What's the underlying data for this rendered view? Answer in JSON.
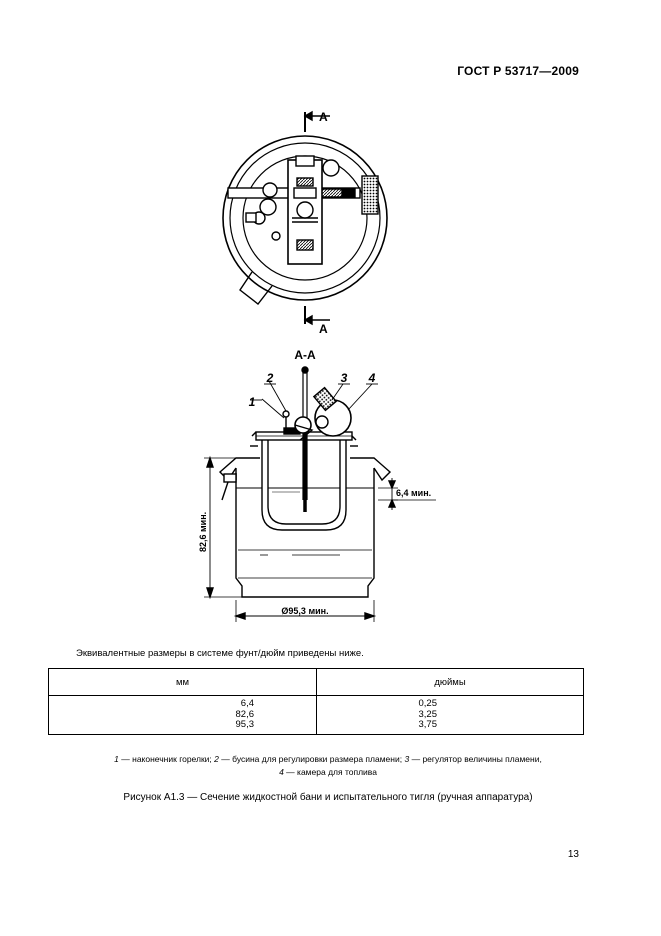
{
  "header": {
    "standard": "ГОСТ Р 53717—2009"
  },
  "figure": {
    "section_letter_top": "А",
    "section_letter_bottom": "А",
    "section_title": "А-А",
    "callouts": [
      "1",
      "2",
      "3",
      "4"
    ],
    "dim_height": "82,6 мин.",
    "dim_diameter": "Ø95,3 мин.",
    "dim_gap": "6,4 мин."
  },
  "intro_text": "Эквивалентные размеры в системе фунт/дюйм приведены ниже.",
  "table": {
    "headers": [
      "мм",
      "дюймы"
    ],
    "rows": [
      [
        "6,4",
        "0,25"
      ],
      [
        "82,6",
        "3,25"
      ],
      [
        "95,3",
        "3,75"
      ]
    ]
  },
  "legend": {
    "items": [
      {
        "num": "1",
        "text": "наконечник горелки;"
      },
      {
        "num": "2",
        "text": "бусина для регулировки размера пламени;"
      },
      {
        "num": "3",
        "text": "регулятор величины пламени,"
      },
      {
        "num": "4",
        "text": "камера для топлива"
      }
    ],
    "dash": "—"
  },
  "caption": "Рисунок  А1.3 — Сечение жидкостной бани и испытательного тигля (ручная аппаратура)",
  "page_number": "13"
}
